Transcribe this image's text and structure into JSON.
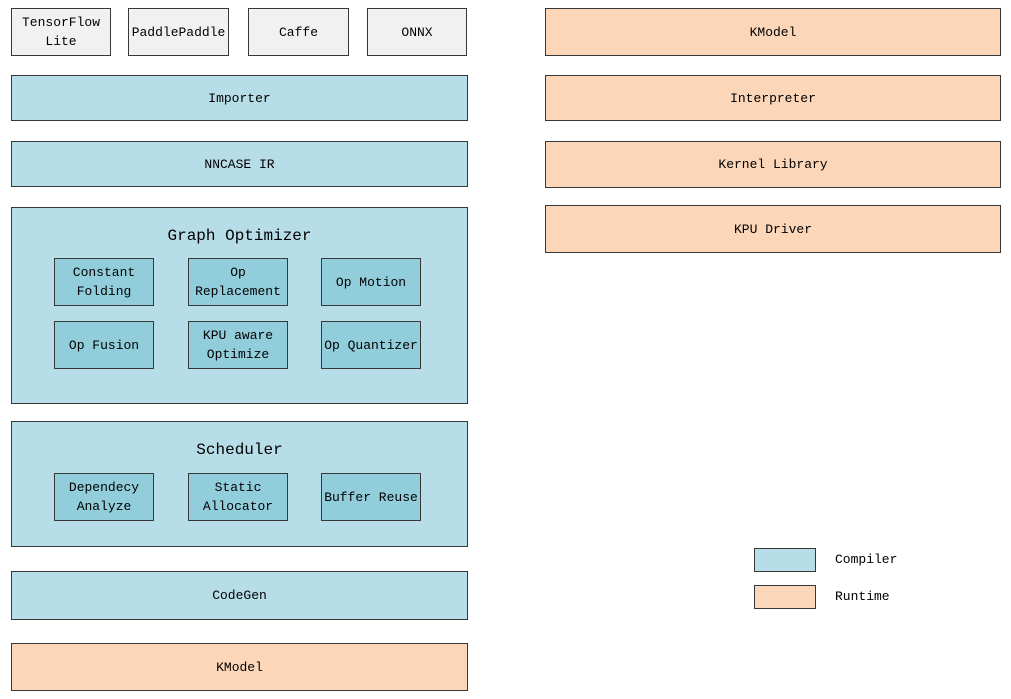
{
  "colors": {
    "compiler_fill": "#b7dde8",
    "compiler_inner_fill": "#92cddc",
    "runtime_fill": "#fbd6b9",
    "source_fill": "#f1f1f1",
    "border": "#383838"
  },
  "compiler": {
    "sources": {
      "tflite": "TensorFlow Lite",
      "paddle": "PaddlePaddle",
      "caffe": "Caffe",
      "onnx": "ONNX"
    },
    "importer": "Importer",
    "nncase_ir": "NNCASE IR",
    "graph_optimizer": {
      "title": "Graph Optimizer",
      "passes": {
        "constant_folding": "Constant Folding",
        "op_replacement": "Op Replacement",
        "op_motion": "Op Motion",
        "op_fusion": "Op Fusion",
        "kpu_aware_optimize": "KPU aware Optimize",
        "op_quantizer": "Op Quantizer"
      }
    },
    "scheduler": {
      "title": "Scheduler",
      "passes": {
        "dependecy_analyze": "Dependecy Analyze",
        "static_allocator": "Static Allocator",
        "buffer_reuse": "Buffer Reuse"
      }
    },
    "codegen": "CodeGen",
    "kmodel": "KModel"
  },
  "runtime": {
    "kmodel": "KModel",
    "interpreter": "Interpreter",
    "kernel_library": "Kernel Library",
    "kpu_driver": "KPU Driver"
  },
  "legend": {
    "compiler": "Compiler",
    "runtime": "Runtime"
  }
}
